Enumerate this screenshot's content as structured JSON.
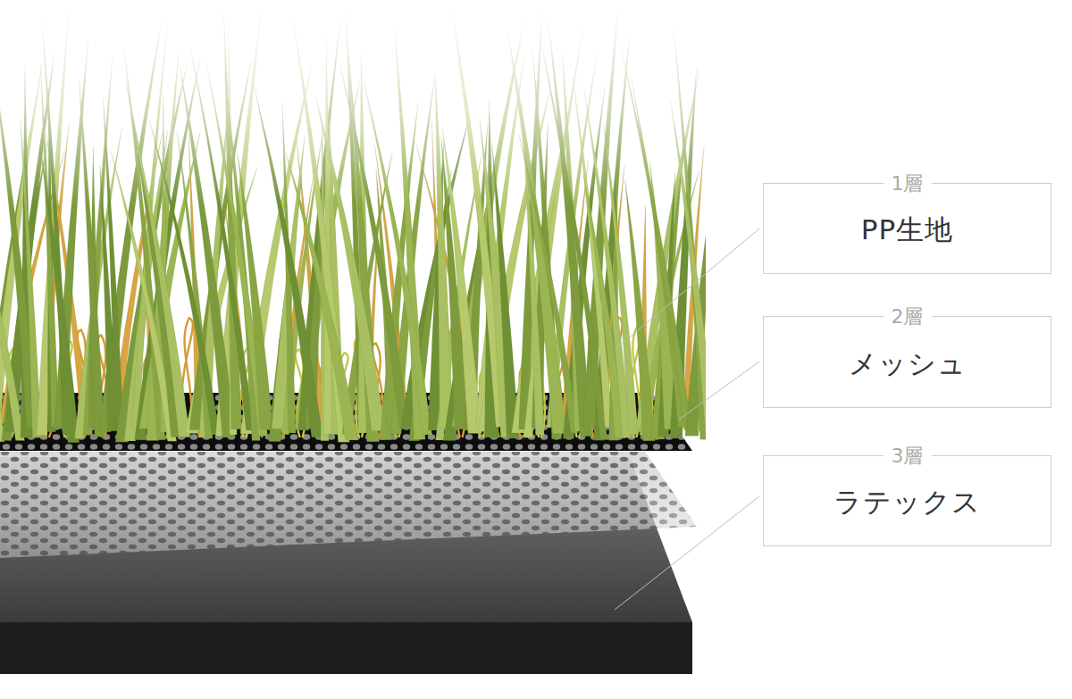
{
  "diagram": {
    "nodes": [
      {
        "text": [
          "1層",
          "PP生地"
        ]
      },
      {
        "text": [
          "2層",
          "メッシュ"
        ]
      },
      {
        "text": [
          "3層",
          "ラテックス"
        ]
      }
    ]
  }
}
